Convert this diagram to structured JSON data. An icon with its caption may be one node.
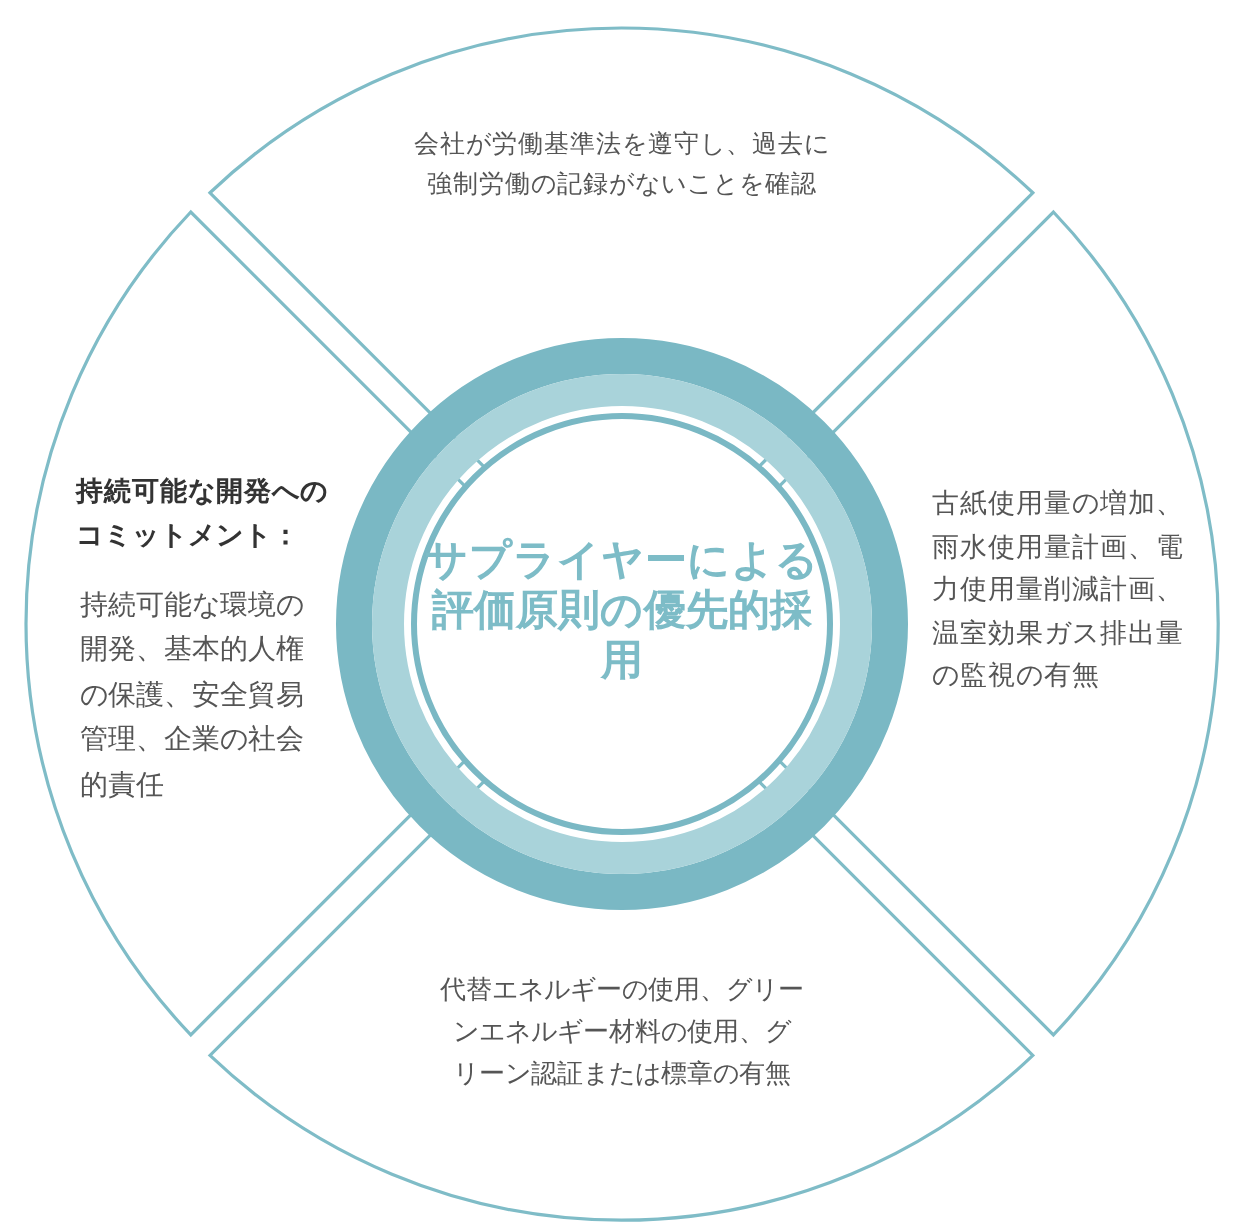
{
  "diagram": {
    "nodes": [
      {
        "text": [
          "会社が労働基準法を遵守し、過去に強制労働の記録がないことを確認"
        ]
      },
      {
        "text": [
          "古紙使用量の増加、雨水使用量計画、電力使用量削減計画、温室効果ガス排出量の監視の有無"
        ]
      },
      {
        "text": [
          "代替エネルギーの使用、グリーンエネルギー材料の使用、グリーン認証または標章の有無"
        ]
      },
      {
        "text": [
          "持続可能な開発へのコミットメント：",
          "持続可能な環境の開発、基本的人権の保護、安全貿易管理、企業の社会的責任"
        ]
      },
      {
        "text": [
          "サプライヤーによる評価原則の優先的採用"
        ]
      }
    ]
  }
}
